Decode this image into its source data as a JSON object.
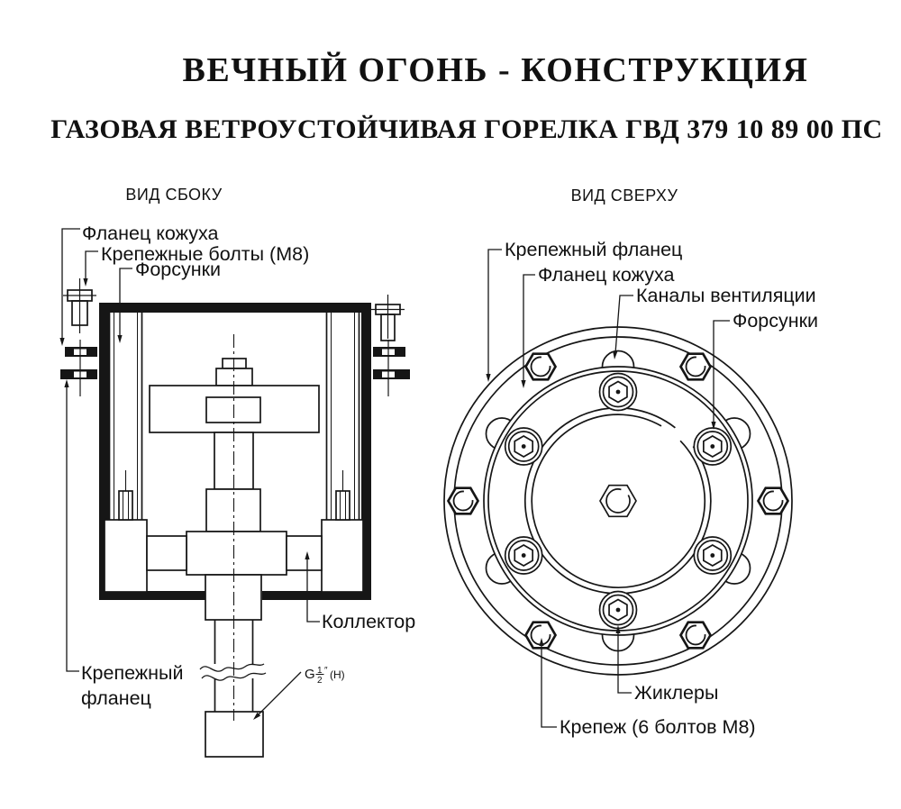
{
  "page": {
    "title": "ВЕЧНЫЙ ОГОНЬ - КОНСТРУКЦИЯ",
    "subtitle": "ГАЗОВАЯ ВЕТРОУСТОЙЧИВАЯ ГОРЕЛКА ГВД 379 10 89 00 ПС"
  },
  "side_view": {
    "view_title": "ВИД СБОКУ",
    "labels": {
      "casing_flange": "Фланец кожуха",
      "mounting_bolts": "Крепежные болты (М8)",
      "nozzles": "Форсунки",
      "collector": "Коллектор",
      "mounting_flange_line1": "Крепежный",
      "mounting_flange_line2": "фланец",
      "thread_g": "G",
      "thread_num": "1",
      "thread_den": "2",
      "thread_inch": "″",
      "thread_suffix": "(Н)"
    }
  },
  "top_view": {
    "view_title": "ВИД СВЕРХУ",
    "labels": {
      "mounting_flange": "Крепежный фланец",
      "casing_flange": "Фланец кожуха",
      "vent_channels": "Каналы вентиляции",
      "nozzles": "Форсунки",
      "jets": "Жиклеры",
      "fasteners": "Крепеж (6 болтов М8)"
    }
  },
  "colors": {
    "ink": "#161616",
    "paper": "#ffffff"
  }
}
